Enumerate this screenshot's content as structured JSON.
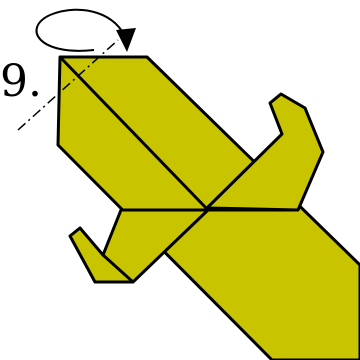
{
  "diagram": {
    "step_number": "9",
    "step_suffix": ".",
    "paper_color": "#c8c400",
    "outline_color": "#000000",
    "annotations": [
      "valley-fold-line",
      "turn-over-arrow"
    ]
  }
}
